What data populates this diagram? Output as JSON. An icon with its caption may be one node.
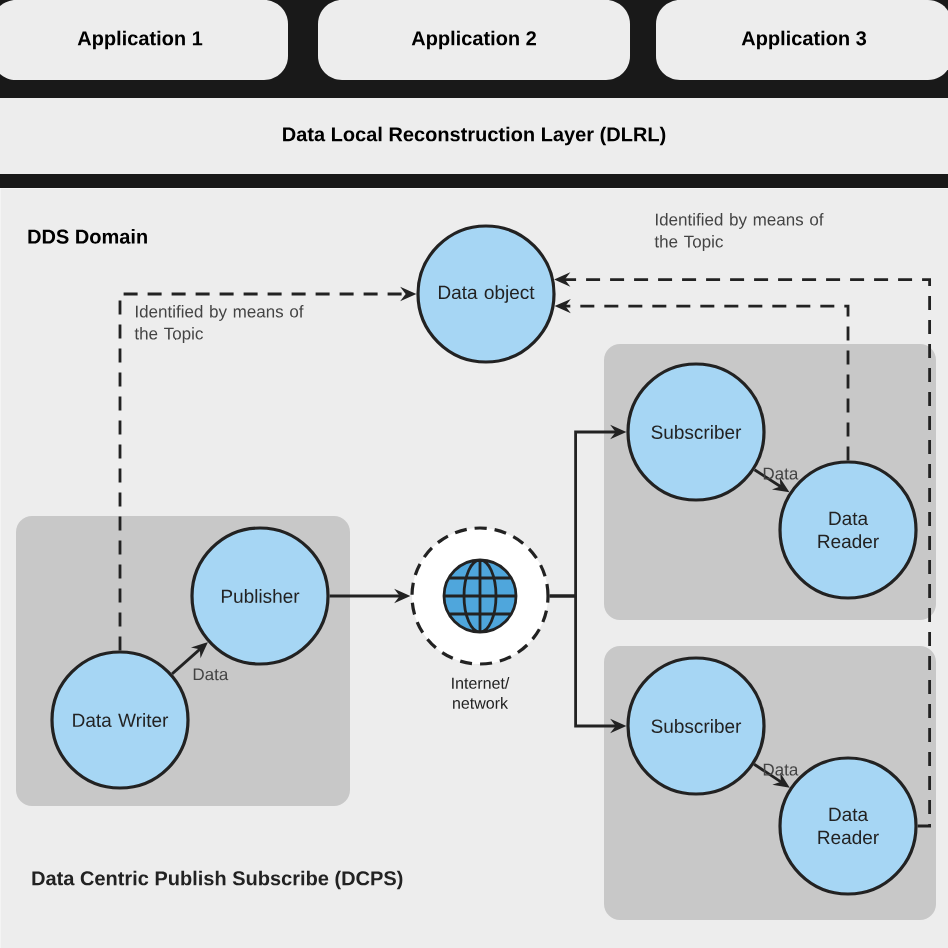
{
  "diagram": {
    "nodes": [
      {
        "text": [
          "Application 1"
        ]
      },
      {
        "text": [
          "Application 2"
        ]
      },
      {
        "text": [
          "Application 3"
        ]
      },
      {
        "text": [
          "Data Local Reconstruction Layer (DLRL)"
        ]
      },
      {
        "text": [
          "DDS Domain"
        ]
      },
      {
        "text": [
          "Data object"
        ],
        "in": 4
      },
      {
        "text": [],
        "shape": "box",
        "in": 4
      },
      {
        "text": [
          "Publisher"
        ],
        "in": 6
      },
      {
        "text": [
          "Data Writer"
        ],
        "in": 6
      },
      {
        "text": [],
        "shape": "circle",
        "beside": [
          "Internet/ network"
        ],
        "in": 4
      },
      {
        "text": [],
        "shape": "box",
        "in": 4
      },
      {
        "text": [
          "Subscriber"
        ],
        "in": 10
      },
      {
        "text": [
          "Data Reader"
        ],
        "in": 10
      },
      {
        "text": [],
        "shape": "box",
        "in": 4
      },
      {
        "text": [
          "Subscriber"
        ],
        "in": 13
      },
      {
        "text": [
          "Data Reader"
        ],
        "in": 13
      }
    ],
    "edges": [
      {
        "from": 8,
        "to": 5,
        "arrow": "to",
        "style": "dashed",
        "label": "Identified by means of the Topic"
      },
      {
        "from": 12,
        "to": 5,
        "arrow": "to",
        "style": "dashed"
      },
      {
        "from": 15,
        "to": 5,
        "arrow": "to",
        "style": "dashed",
        "label": "Identified by means of the Topic"
      },
      {
        "from": 8,
        "to": 7,
        "arrow": "to",
        "label": "Data"
      },
      {
        "from": 7,
        "to": 9,
        "arrow": "to"
      },
      {
        "from": 9,
        "to": 11,
        "arrow": "to"
      },
      {
        "from": 9,
        "to": 14,
        "arrow": "to"
      },
      {
        "from": 11,
        "to": 12,
        "arrow": "to",
        "label": "Data"
      },
      {
        "from": 14,
        "to": 15,
        "arrow": "to",
        "label": "Data"
      }
    ],
    "labels": [
      "Data Centric Publish Subscribe (DCPS)"
    ]
  }
}
